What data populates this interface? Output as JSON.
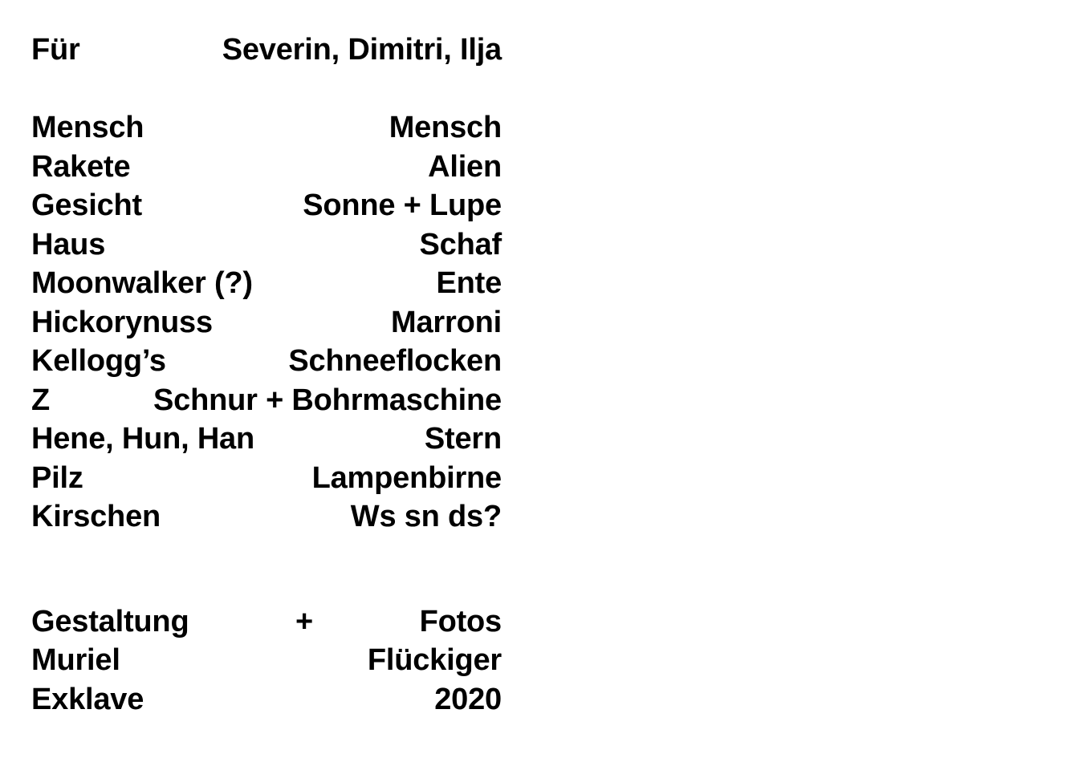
{
  "dedication": {
    "left": "Für",
    "right": "Severin, Dimitri, Ilja"
  },
  "pairs": [
    {
      "left": "Mensch",
      "right": "Mensch"
    },
    {
      "left": "Rakete",
      "right": "Alien"
    },
    {
      "left": "Gesicht",
      "right": "Sonne + Lupe"
    },
    {
      "left": "Haus",
      "right": "Schaf"
    },
    {
      "left": "Moonwalker (?)",
      "right": "Ente"
    },
    {
      "left": "Hickorynuss",
      "right": "Marroni"
    },
    {
      "left": "Kellogg’s",
      "right": "Schneeflocken"
    },
    {
      "left": "Z",
      "right": "Schnur + Bohrmaschine"
    },
    {
      "left": "Hene, Hun, Han",
      "right": "Stern"
    },
    {
      "left": "Pilz",
      "right": "Lampenbirne"
    },
    {
      "left": "Kirschen",
      "right": "Ws sn ds?"
    }
  ],
  "credits": {
    "row1": {
      "left": "Gestaltung",
      "mid": "+",
      "right": "Fotos"
    },
    "row2": {
      "left": "Muriel",
      "right": "Flückiger"
    },
    "row3": {
      "left": "Exklave",
      "right": "2020"
    }
  }
}
